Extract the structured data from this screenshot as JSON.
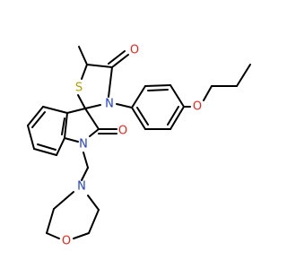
{
  "molecule": {
    "atoms": {
      "S": {
        "label": "S",
        "color": "#b2a000"
      },
      "N_thiazolidine": {
        "label": "N",
        "color": "#1f3fd6"
      },
      "N_indole": {
        "label": "N",
        "color": "#1f3fd6"
      },
      "N_morpholine": {
        "label": "N",
        "color": "#1f3fd6"
      },
      "O_thiazolidinone": {
        "label": "O",
        "color": "#e8261b"
      },
      "O_oxindole": {
        "label": "O",
        "color": "#e8261b"
      },
      "O_propoxy": {
        "label": "O",
        "color": "#e8261b"
      },
      "O_morpholine": {
        "label": "O",
        "color": "#e8261b"
      }
    }
  }
}
